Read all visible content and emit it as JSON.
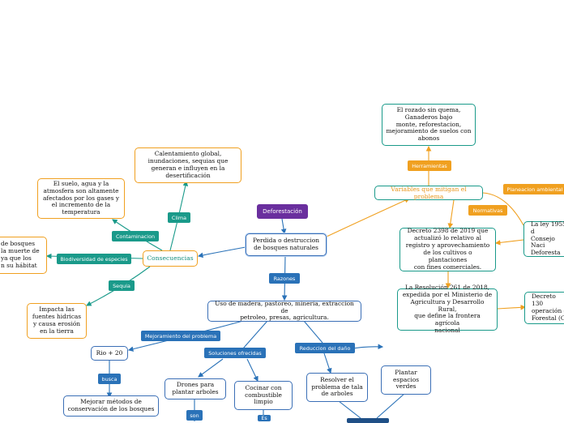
{
  "root": {
    "label": "Deforestación"
  },
  "nodes": {
    "perdida": "Perdida o destruccion\nde bosques naturales",
    "consecuencias": "Consecuencias",
    "variables": "Variables que mitigan el problema",
    "uso": "Uso de madera, pastoreo, mineria, extraccion de\npetroleo, presas, agricultura.",
    "calentamiento": "Calentamiento global,\ninundaciones, sequias que\ngeneran e influyen en la\ndesertificación",
    "suelo": "El suelo, agua y la\natmosfera son altamente\nafectados por los gases y\nel incremento de la\ntemperatura",
    "bosques_left": "de bosques\nla muerte de\nya que los\nn su hábitat",
    "impacta": "Impacta las\nfuentes hidricas\ny causa erosión\nen la tierra",
    "rozado": "El rozado sin quema,\nGanaderos bajo\nmonte, reforestacion,\nmejoramiento de suelos con\nabonos",
    "decreto2398": "Decreto 2398 de 2019 que\nactualizó lo relativo al\nregistro y aprovechamiento\nde los cultivos o plantaciones\ncon fines comerciales.",
    "resolucion": "La Resolución 261 de 2018,\nexpedida por el Ministerio de\nAgricultura y Desarrollo Rural,\nque define la frontera agrícola\nnacional",
    "ley1955": "La ley 1955 d\nConsejo Naci\nDeforesta",
    "decreto130": "Decreto 130\noperación d\nForestal (CI",
    "rio20": "Rio + 20",
    "mejorar": "Mejorar métodos de\nconservación de los bosques",
    "drones": "Drones para\nplantar arboles",
    "cocinar": "Cocinar con\ncombustible\nlimpio",
    "resolver": "Resolver el\nproblema de tala\nde arboles",
    "plantar": "Plantar\nespacios\nverdes"
  },
  "labels": {
    "razones": "Razones",
    "clima": "Clima",
    "contaminacion": "Contaminacion",
    "biodiversidad": "Biodiversidad de especies",
    "sequia": "Sequia",
    "herramientas": "Herramientas",
    "planeacion": "Planeacion ambiental",
    "normativas": "Normativas",
    "mejoramiento": "Mejoramiento del problema",
    "soluciones": "Soluciones ofrecidas",
    "reduccion": "Reduccion del daño",
    "busca": "busca",
    "son": "son",
    "es": "Es"
  },
  "colors": {
    "root": "#6a2f9e",
    "blue": "#3b6fb6",
    "teal": "#1a9a8a",
    "orange": "#f0a020"
  }
}
